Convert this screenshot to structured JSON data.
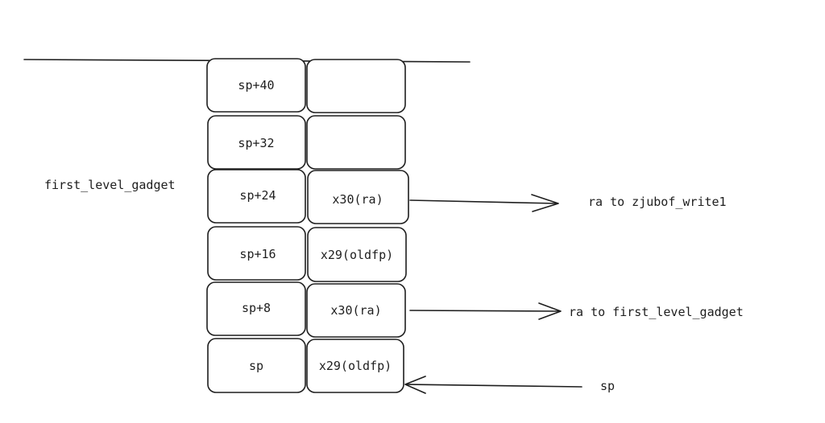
{
  "stack": {
    "rows": [
      {
        "offset": "sp+40",
        "value": ""
      },
      {
        "offset": "sp+32",
        "value": ""
      },
      {
        "offset": "sp+24",
        "value": "x30(ra)"
      },
      {
        "offset": "sp+16",
        "value": "x29(oldfp)"
      },
      {
        "offset": "sp+8",
        "value": "x30(ra)"
      },
      {
        "offset": "sp",
        "value": "x29(oldfp)"
      }
    ]
  },
  "labels": {
    "frame_label": "first_level_gadget",
    "arrow_ra_upper": "ra to zjubof_write1",
    "arrow_ra_lower": "ra to first_level_gadget",
    "arrow_sp": "sp"
  },
  "colors": {
    "stroke": "#1e1e1e",
    "background": "#ffffff"
  }
}
